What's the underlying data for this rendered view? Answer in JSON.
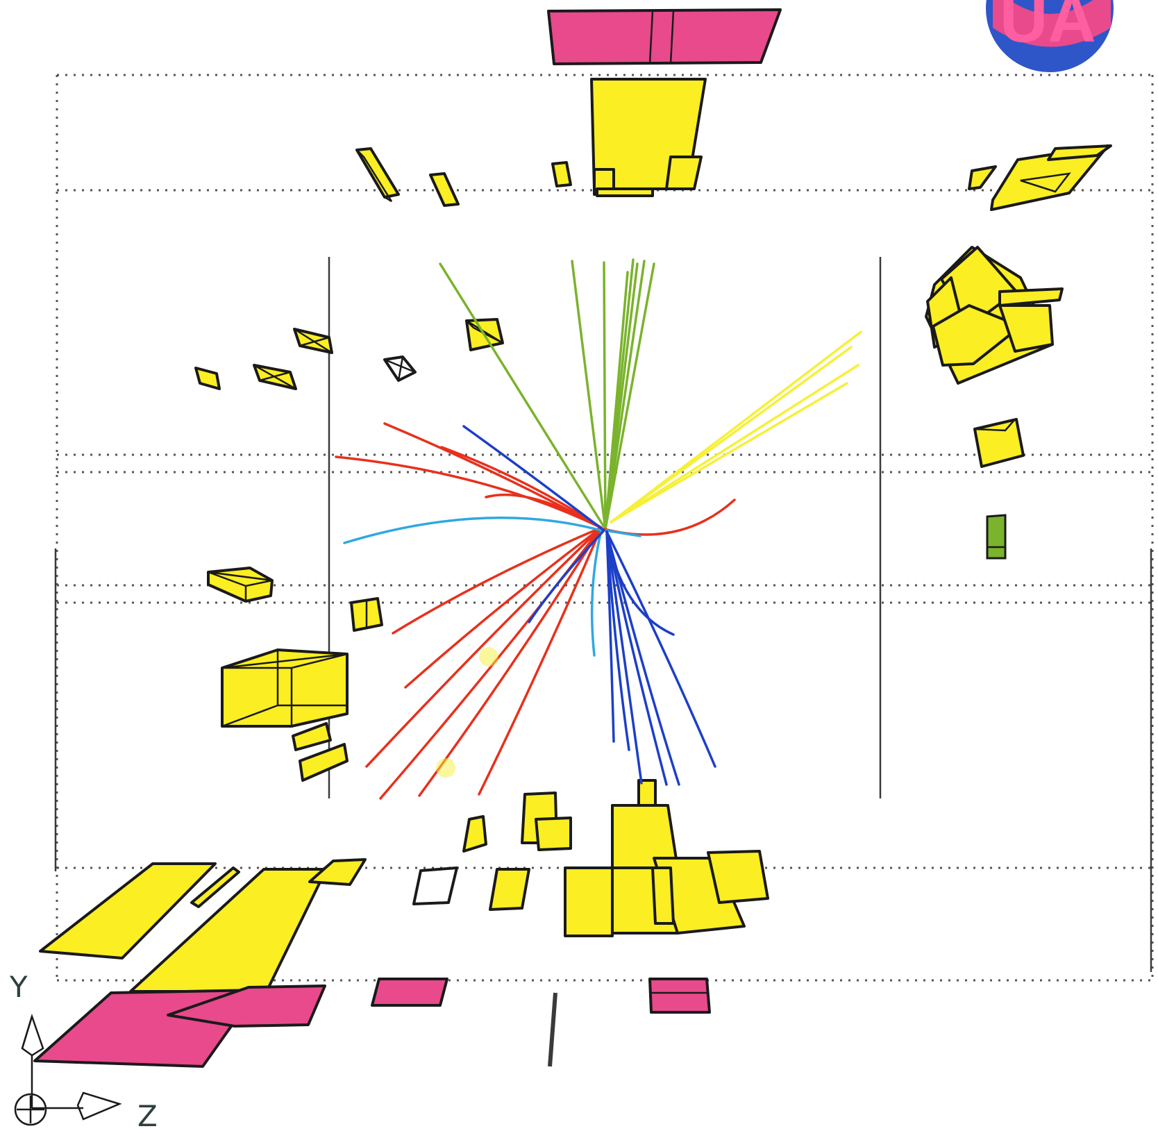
{
  "axes": {
    "y_label": "Y",
    "z_label": "Z"
  },
  "logo": {
    "text": "UA"
  },
  "colors": {
    "calorimeter": "#fbee22",
    "outer_muon": "#e84a8c",
    "green_track": "#7ab32c",
    "red_track": "#e8301c",
    "blue_track": "#1c3fc8",
    "light_blue_track": "#2fa8e0",
    "yellow_track": "#f6f03a"
  }
}
